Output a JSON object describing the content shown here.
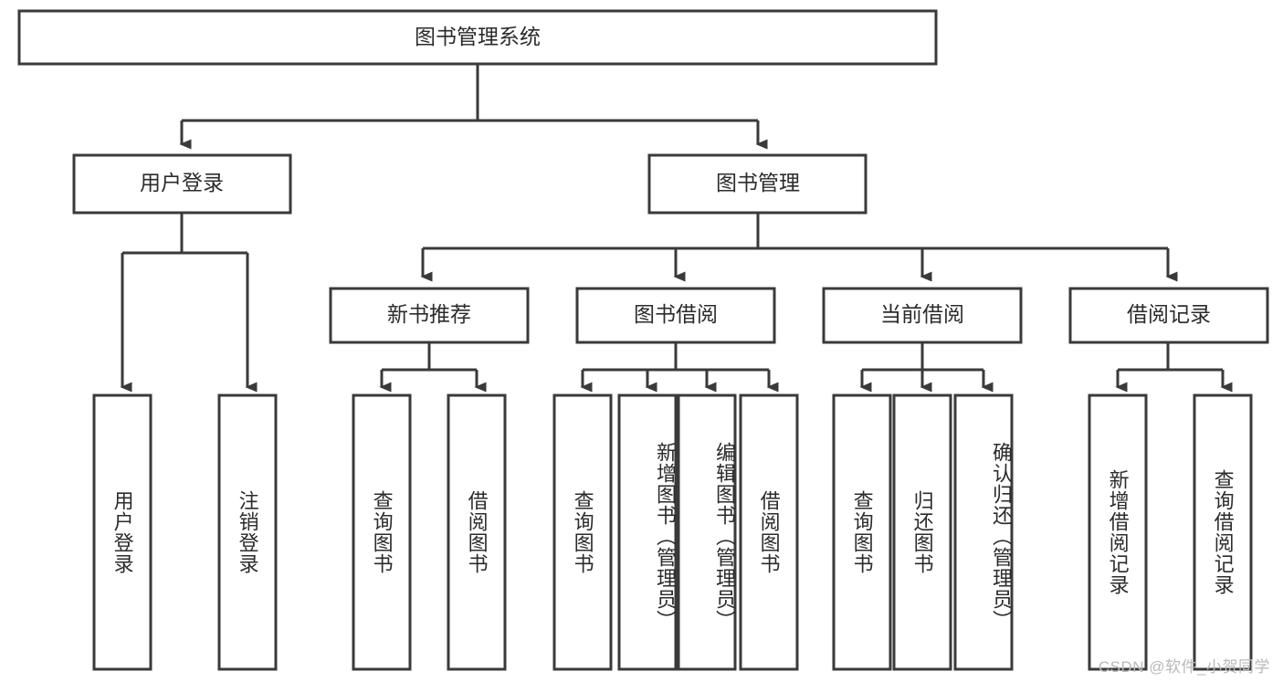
{
  "diagram": {
    "type": "tree-hierarchy",
    "title": "图书管理系统",
    "root": {
      "id": "root",
      "label": "图书管理系统",
      "orientation": "horizontal"
    },
    "level2": [
      {
        "id": "user-login",
        "label": "用户登录",
        "orientation": "horizontal"
      },
      {
        "id": "book-manage",
        "label": "图书管理",
        "orientation": "horizontal"
      }
    ],
    "level3": [
      {
        "id": "new-book-recommend",
        "label": "新书推荐",
        "parent": "book-manage",
        "orientation": "horizontal"
      },
      {
        "id": "book-borrow",
        "label": "图书借阅",
        "parent": "book-manage",
        "orientation": "horizontal"
      },
      {
        "id": "current-borrow",
        "label": "当前借阅",
        "parent": "book-manage",
        "orientation": "horizontal"
      },
      {
        "id": "borrow-record",
        "label": "借阅记录",
        "parent": "book-manage",
        "orientation": "horizontal"
      }
    ],
    "leaves": [
      {
        "id": "leaf-user-login",
        "label": "用户登录",
        "parent": "user-login",
        "orientation": "vertical"
      },
      {
        "id": "leaf-user-logout",
        "label": "注销登录",
        "parent": "user-login",
        "orientation": "vertical"
      },
      {
        "id": "leaf-query-book-1",
        "label": "查询图书",
        "parent": "new-book-recommend",
        "orientation": "vertical"
      },
      {
        "id": "leaf-borrow-book-1",
        "label": "借阅图书",
        "parent": "new-book-recommend",
        "orientation": "vertical"
      },
      {
        "id": "leaf-query-book-2",
        "label": "查询图书",
        "parent": "book-borrow",
        "orientation": "vertical"
      },
      {
        "id": "leaf-add-book",
        "label": "新增图书（管理员）",
        "parent": "book-borrow",
        "orientation": "vertical"
      },
      {
        "id": "leaf-edit-book",
        "label": "编辑图书（管理员）",
        "parent": "book-borrow",
        "orientation": "vertical"
      },
      {
        "id": "leaf-borrow-book-2",
        "label": "借阅图书",
        "parent": "book-borrow",
        "orientation": "vertical"
      },
      {
        "id": "leaf-query-book-3",
        "label": "查询图书",
        "parent": "current-borrow",
        "orientation": "vertical"
      },
      {
        "id": "leaf-return-book",
        "label": "归还图书",
        "parent": "current-borrow",
        "orientation": "vertical"
      },
      {
        "id": "leaf-confirm-return",
        "label": "确认归还（管理员）",
        "parent": "current-borrow",
        "orientation": "vertical"
      },
      {
        "id": "leaf-add-record",
        "label": "新增借阅记录",
        "parent": "borrow-record",
        "orientation": "vertical"
      },
      {
        "id": "leaf-query-record",
        "label": "查询借阅记录",
        "parent": "borrow-record",
        "orientation": "vertical"
      }
    ],
    "colors": {
      "stroke": "#3a3a3a",
      "fill": "#ffffff",
      "text": "#2b2b2b",
      "background": "#ffffff",
      "watermark": "#b9b9b9"
    }
  },
  "watermark": {
    "text": "CSDN @软件_小贺同学"
  }
}
